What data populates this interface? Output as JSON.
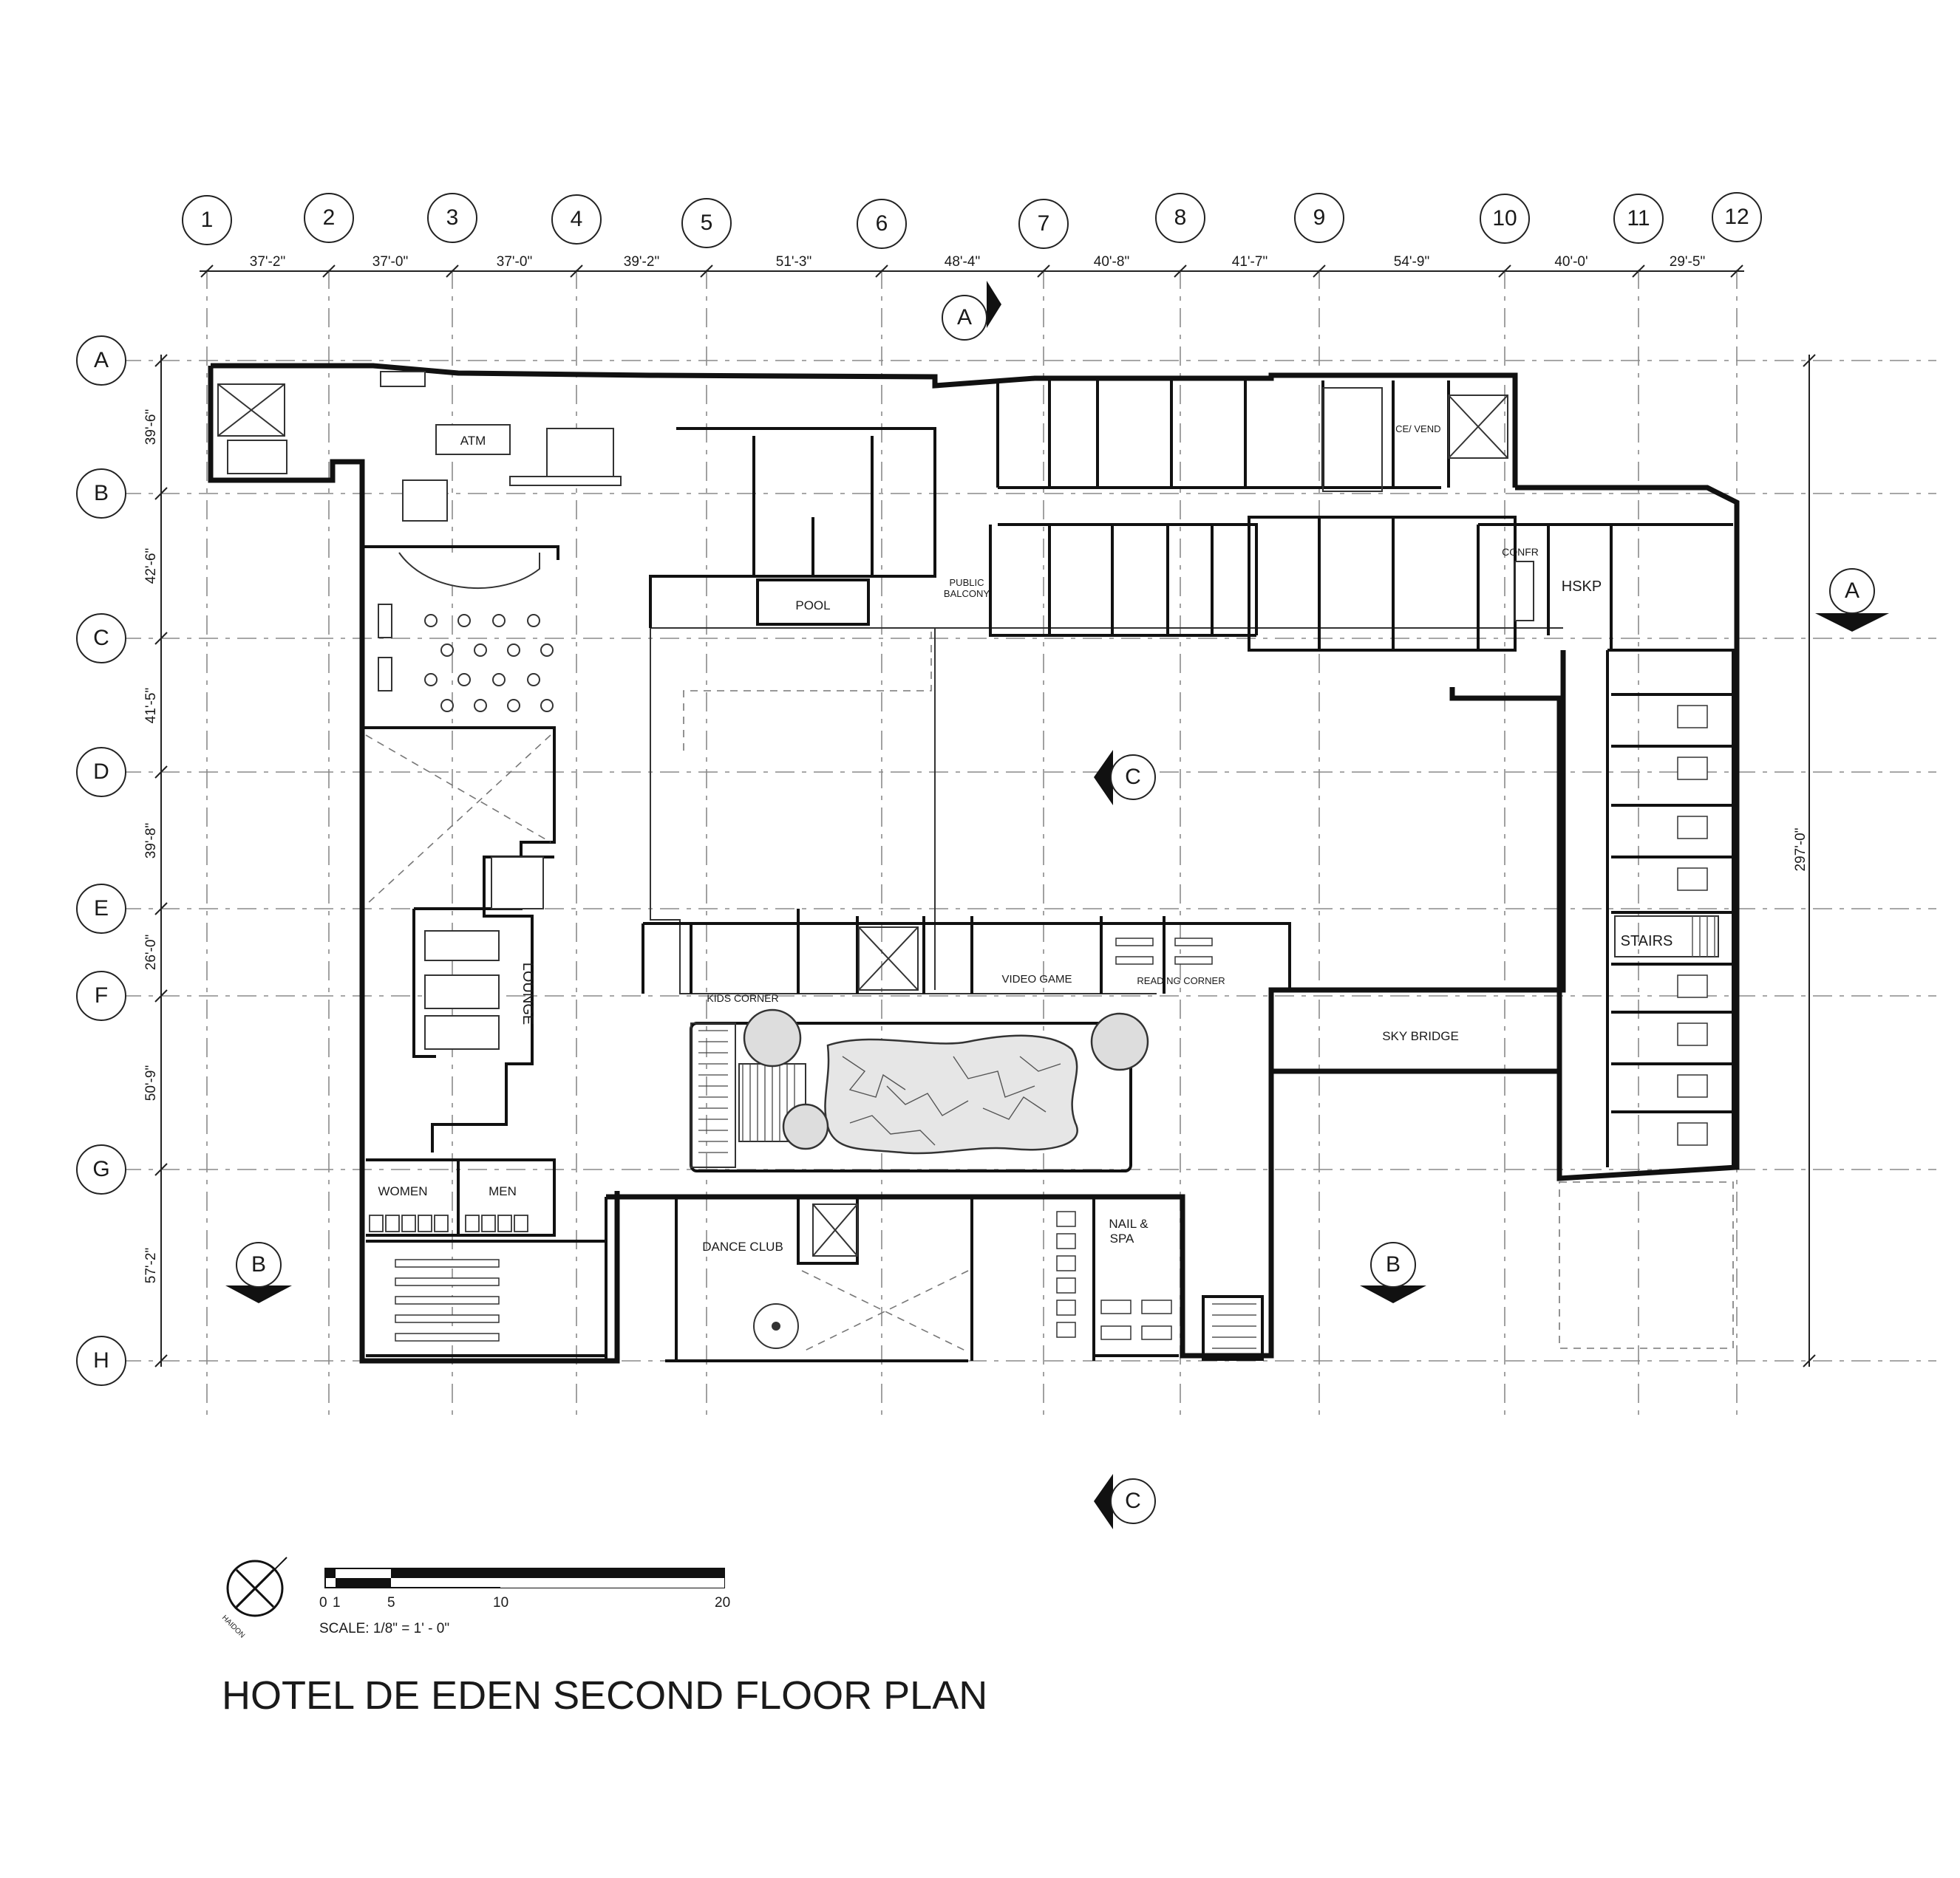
{
  "title": "HOTEL DE EDEN SECOND FLOOR PLAN",
  "scale": {
    "label": "SCALE: 1/8\" = 1' - 0\"",
    "ticks": [
      "0",
      "1",
      "5",
      "10",
      "20"
    ]
  },
  "north_arrow": {
    "label": "HAIDON"
  },
  "column_grid": {
    "labels": [
      "1",
      "2",
      "3",
      "4",
      "5",
      "6",
      "7",
      "8",
      "9",
      "10",
      "11",
      "12"
    ],
    "spacings": [
      "37'-2\"",
      "37'-0\"",
      "37'-0\"",
      "39'-2\"",
      "51'-3\"",
      "48'-4\"",
      "40'-8\"",
      "41'-7\"",
      "54'-9\"",
      "40'-0'",
      "29'-5\""
    ]
  },
  "row_grid": {
    "labels": [
      "A",
      "B",
      "C",
      "D",
      "E",
      "F",
      "G",
      "H"
    ],
    "spacings": [
      "39'-6\"",
      "42'-6\"",
      "41'-5\"",
      "39'-8\"",
      "26'-0\"",
      "50'-9\"",
      "57'-2\""
    ]
  },
  "overall_dimension": "297'-0\"",
  "section_markers": {
    "a_top": "A",
    "a_right": "A",
    "b_left": "B",
    "b_right": "B",
    "c_mid": "C",
    "c_bottom": "C"
  },
  "rooms": {
    "atm": "ATM",
    "ice_vend": "ICE/ VEND",
    "public_balcony_1": "PUBLIC",
    "public_balcony_2": "BALCONY",
    "pool": "POOL",
    "confr": "CONFR",
    "hskp": "HSKP",
    "stairs": "STAIRS",
    "lounge": "LOUNGE",
    "kids_corner": "KIDS CORNER",
    "video_game": "VIDEO GAME",
    "reading_corner": "READING CORNER",
    "sky_bridge": "SKY BRIDGE",
    "women": "WOMEN",
    "men": "MEN",
    "dance_club": "DANCE CLUB",
    "nail_spa_1": "NAIL &",
    "nail_spa_2": "SPA"
  }
}
